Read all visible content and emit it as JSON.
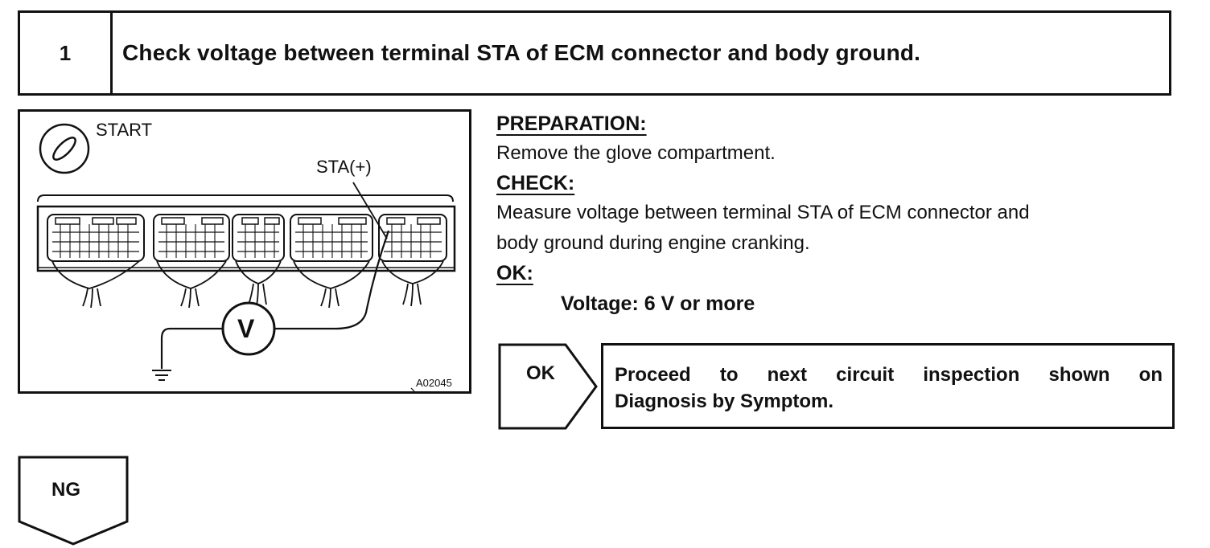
{
  "step": {
    "number": "1",
    "title": "Check voltage between terminal STA of ECM connector and body ground."
  },
  "figure": {
    "switch_label": "START",
    "terminal_label": "STA(+)",
    "meter_symbol": "V",
    "figure_code": "A02045",
    "icons": [
      "ignition-key-icon",
      "ecm-connector",
      "voltmeter-icon",
      "ground-icon"
    ]
  },
  "procedure": {
    "preparation_heading": "PREPARATION:",
    "preparation_text": "Remove the glove compartment.",
    "check_heading": "CHECK:",
    "check_line1": "Measure voltage between terminal STA of ECM connector and",
    "check_line2": "body ground during engine cranking.",
    "ok_heading": "OK:",
    "ok_spec": "Voltage:  6 V or more"
  },
  "ok_result": {
    "tag": "OK",
    "line1": "Proceed to next circuit inspection shown on",
    "line2": "Diagnosis by Symptom."
  },
  "ng_result": {
    "tag": "NG"
  }
}
